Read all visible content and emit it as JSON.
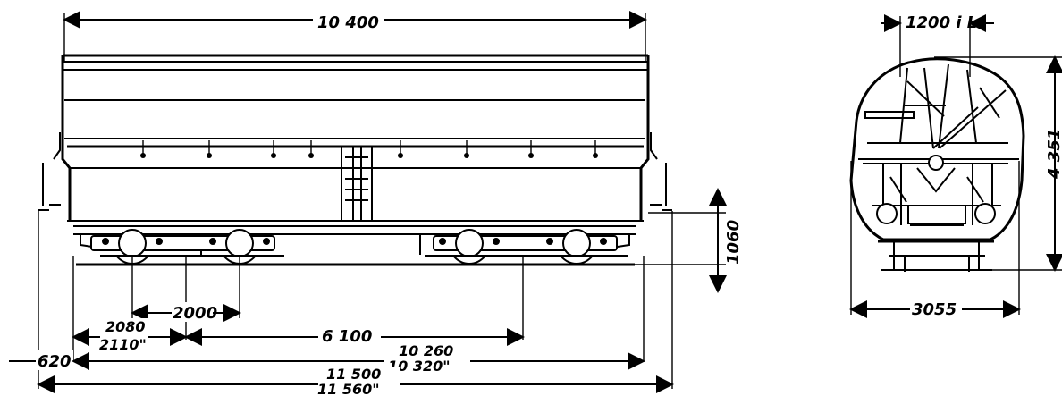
{
  "side_view": {
    "overall_length": "10 400",
    "height_1060": "1060",
    "dim_2000": "2000",
    "dim_2080": "2080",
    "dim_2110": "2110\"",
    "dim_6100": "6 100",
    "dim_620": "620",
    "dim_10260": "10 260",
    "dim_10320": "10 320\"",
    "dim_11500": "11 500",
    "dim_11560": "11 560\""
  },
  "end_view": {
    "top_width": "1200 i L",
    "height_4351": "4 351",
    "width_3055": "3055"
  }
}
